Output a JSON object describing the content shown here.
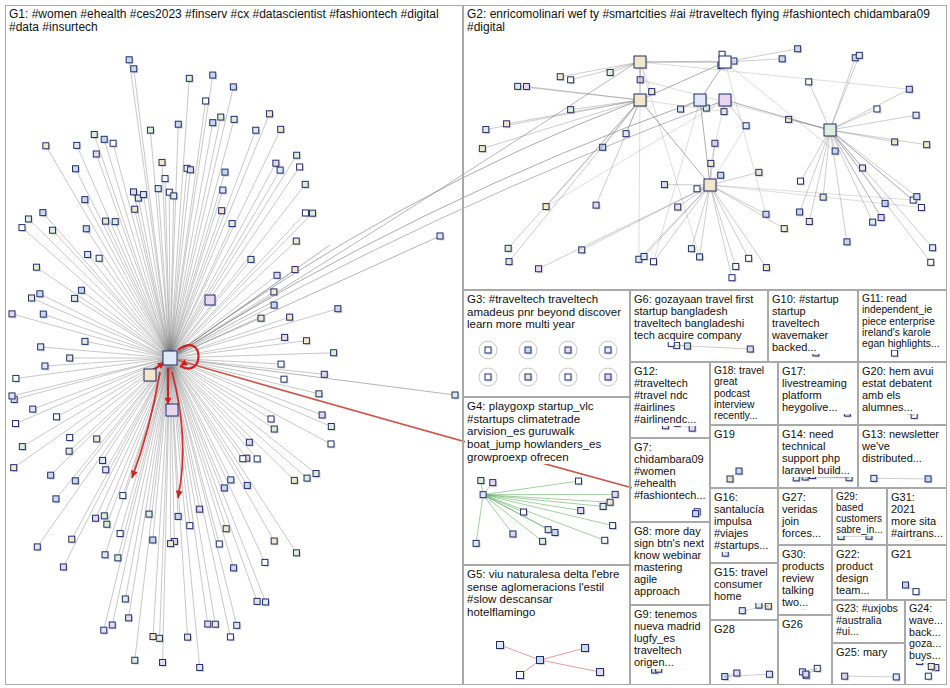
{
  "diagram": {
    "nodes": [
      {
        "text": [
          "G1: #women #ehealth #ces2023 #finserv #cx #datascientist #fashiontech #digital #data #insurtech"
        ]
      },
      {
        "text": [
          "G2: enricomolinari wef ty #smartcities #ai #traveltech flying #fashiontech chidambara09 #digital"
        ]
      },
      {
        "text": [
          "G3: #traveltech traveltech amadeus pnr beyond discover learn more multi year"
        ]
      },
      {
        "text": [
          "G4: playgoxp startup_vlc #startups climatetrade arvision_es guruwalk boat_jump howlanders_es growproexp ofrecen"
        ]
      },
      {
        "text": [
          "G5: viu naturalesa delta l'ebre sense aglomeracions l'estil #slow descansar hotelflamingo"
        ]
      },
      {
        "text": [
          "G6: gozayaan travel first startup bangladesh traveltech bangladeshi tech acquire company"
        ]
      },
      {
        "text": [
          "G7: chidambara09 #women #ehealth #fashiontech..."
        ]
      },
      {
        "text": [
          "G8: more day sign btn's next know webinar mastering agile approach"
        ]
      },
      {
        "text": [
          "G9: tenemos nueva madrid lugfy_es traveltech origen..."
        ]
      },
      {
        "text": [
          "G10: #startup startup traveltech wavemaker backed..."
        ]
      },
      {
        "text": [
          "G11: read independent_ie piece enterprise ireland's karole egan highlights..."
        ]
      },
      {
        "text": [
          "G12: #traveltech #travel ndc #airlines #airlinendc..."
        ]
      },
      {
        "text": [
          "G13: newsletter we've distributed..."
        ]
      },
      {
        "text": [
          "G14: need technical support php laravel build..."
        ]
      },
      {
        "text": [
          "G15: travel consumer home"
        ]
      },
      {
        "text": [
          "G16: santalucía impulsa #viajes #startups..."
        ]
      },
      {
        "text": [
          "G17: livestreaming platform heygolive..."
        ]
      },
      {
        "text": [
          "G18: travel great podcast interview recently..."
        ]
      },
      {
        "text": [
          "G19"
        ]
      },
      {
        "text": [
          "G20: hem avui estat debatent amb els alumnes..."
        ]
      },
      {
        "text": [
          "G21"
        ]
      },
      {
        "text": [
          "G22: product design team..."
        ]
      },
      {
        "text": [
          "G23: #uxjobs #australia #ui..."
        ]
      },
      {
        "text": [
          "G24: wave... back... goza... buys..."
        ]
      },
      {
        "text": [
          "G25: mary"
        ]
      },
      {
        "text": [
          "G26"
        ]
      },
      {
        "text": [
          "G27: veridas join forces..."
        ]
      },
      {
        "text": [
          "G28"
        ]
      },
      {
        "text": [
          "G29: based customers sabre_in..."
        ]
      },
      {
        "text": [
          "G30: products review talking two..."
        ]
      },
      {
        "text": [
          "G31: 2021 more sita #airtrans..."
        ]
      }
    ]
  }
}
